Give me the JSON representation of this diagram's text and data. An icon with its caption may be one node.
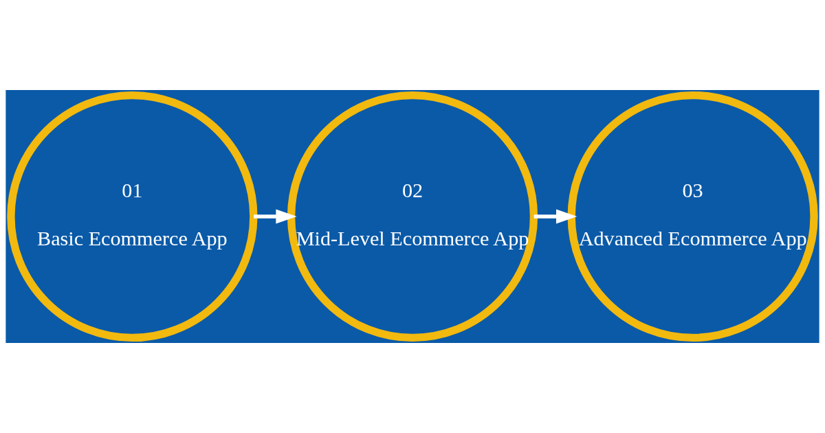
{
  "diagram": {
    "nodes": [
      {
        "text": [
          "01",
          "Basic Ecommerce App"
        ]
      },
      {
        "text": [
          "02",
          "Mid-Level Ecommerce App"
        ]
      },
      {
        "text": [
          "03",
          "Advanced Ecommerce App"
        ]
      }
    ],
    "edges": [
      {
        "from": 0,
        "to": 1,
        "arrow": "to"
      },
      {
        "from": 1,
        "to": 2,
        "arrow": "to"
      }
    ]
  }
}
